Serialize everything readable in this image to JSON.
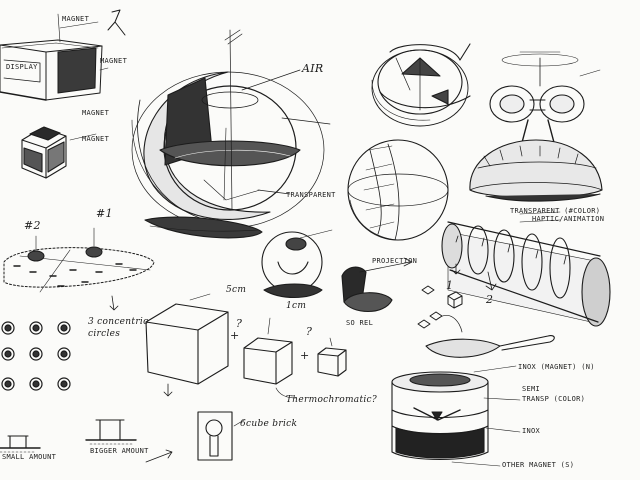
{
  "labels": {
    "magnet_top": "MAGNET",
    "display": "DISPLAY",
    "magnet_mid": "MAGNET",
    "magnet_small": "MAGNET",
    "magnet_low": "MAGNET",
    "air": "AIR",
    "transparent_mid": "TRANSPARENT",
    "marker_2": "#2",
    "marker_1": "#1",
    "three_concentric": "3 concentric",
    "circles": "circles",
    "cm_5": "5cm",
    "cm_1": "1cm",
    "projection": "PROJECTION",
    "so_rel": "SO REL",
    "transparent_color": "TRANSPARENT (#COLOR)",
    "haptic": "HAPTIC/ANIMATION",
    "arrow_1": "1",
    "arrow_2": "2",
    "thermochromatic": "Thermochromatic?",
    "q1": "?",
    "q2": "?",
    "plus1": "+",
    "plus2": "+",
    "cube_brick": "6cube brick",
    "small_amount": "SMALL AMOUNT",
    "bigger_amount": "BIGGER AMOUNT",
    "inox_magnet": "INOX (MAGNET) (N)",
    "semi_transp": "SEMI",
    "transp_color": "TRANSP (COLOR)",
    "inox": "INOX",
    "other_magnet": "OTHER MAGNET (S)"
  }
}
